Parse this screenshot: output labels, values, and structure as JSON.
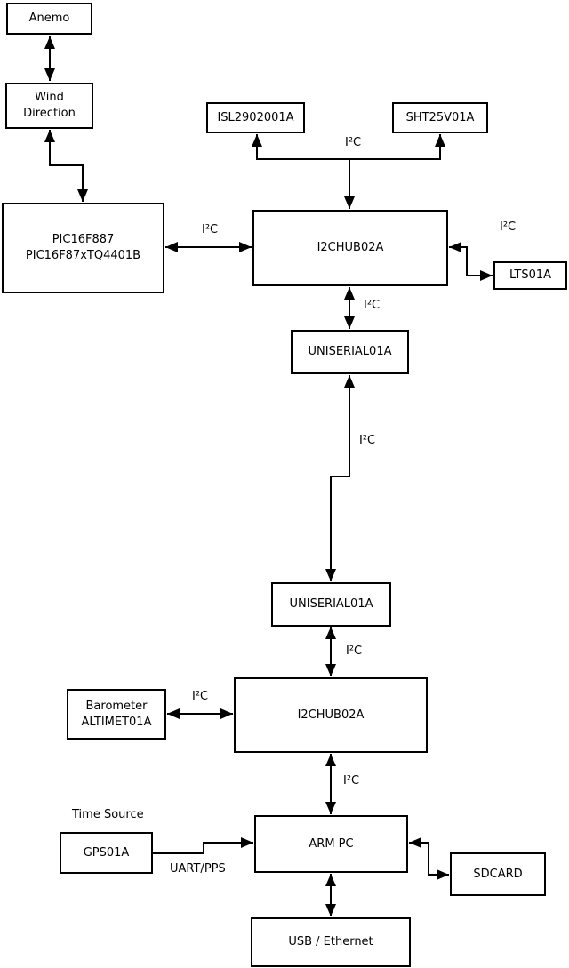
{
  "boxes": {
    "anemo": {
      "label": "Anemo"
    },
    "wind_direction": {
      "label": "Wind\nDirection"
    },
    "pic": {
      "label": "PIC16F887\nPIC16F87xTQ4401B"
    },
    "isl": {
      "label": "ISL2902001A"
    },
    "sht": {
      "label": "SHT25V01A"
    },
    "hub1": {
      "label": "I2CHUB02A"
    },
    "lts": {
      "label": "LTS01A"
    },
    "uniserial1": {
      "label": "UNISERIAL01A"
    },
    "uniserial2": {
      "label": "UNISERIAL01A"
    },
    "barometer": {
      "label": "Barometer\nALTIMET01A"
    },
    "hub2": {
      "label": "I2CHUB02A"
    },
    "arm_pc": {
      "label": "ARM PC"
    },
    "gps": {
      "label": "GPS01A"
    },
    "sdcard": {
      "label": "SDCARD"
    },
    "usb_ethernet": {
      "label": "USB / Ethernet"
    }
  },
  "edge_labels": {
    "pic_hub1": "I²C",
    "hub1_sensors": "I²C",
    "hub1_lts": "I²C",
    "hub1_uniserial1": "I²C",
    "uniserial1_uniserial2": "I²C",
    "uniserial2_hub2": "I²C",
    "barometer_hub2": "I²C",
    "hub2_armpc": "I²C"
  },
  "annotations": {
    "time_source": "Time Source",
    "uart_pps": "UART/PPS"
  },
  "colors": {
    "background": "#ffffff",
    "line": "#000000",
    "text": "#000000"
  }
}
